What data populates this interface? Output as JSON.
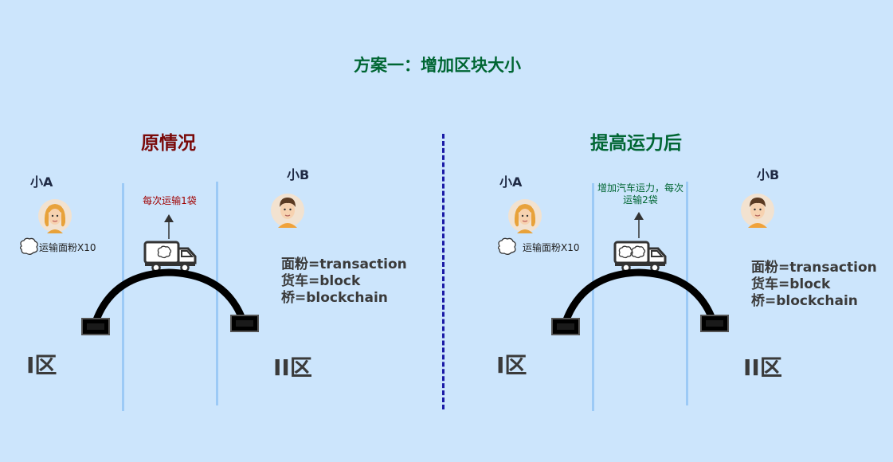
{
  "title": "方案一：增加区块大小",
  "divider_color": "#1a1aa6",
  "left_panel": {
    "title": "原情况",
    "title_color": "#7a0a0a",
    "person_a": "小A",
    "person_b": "小B",
    "cargo": "运输面粉X10",
    "note": "每次运输1袋",
    "legend": [
      "面粉=transaction",
      "货车=block",
      "桥=blockchain"
    ],
    "zone_1": "I区",
    "zone_2": "II区",
    "truck_bags": 1
  },
  "right_panel": {
    "title": "提高运力后",
    "title_color": "#006633",
    "person_a": "小A",
    "person_b": "小B",
    "cargo": "运输面粉X10",
    "note_line1": "增加汽车运力，每次",
    "note_line2": "运输2袋",
    "legend": [
      "面粉=transaction",
      "货车=block",
      "桥=blockchain"
    ],
    "zone_1": "I区",
    "zone_2": "II区",
    "truck_bags": 2
  },
  "icons": [
    "female-avatar-icon",
    "male-avatar-icon",
    "flour-bag-icon",
    "truck-icon",
    "arrow-up-icon",
    "bridge-icon"
  ]
}
